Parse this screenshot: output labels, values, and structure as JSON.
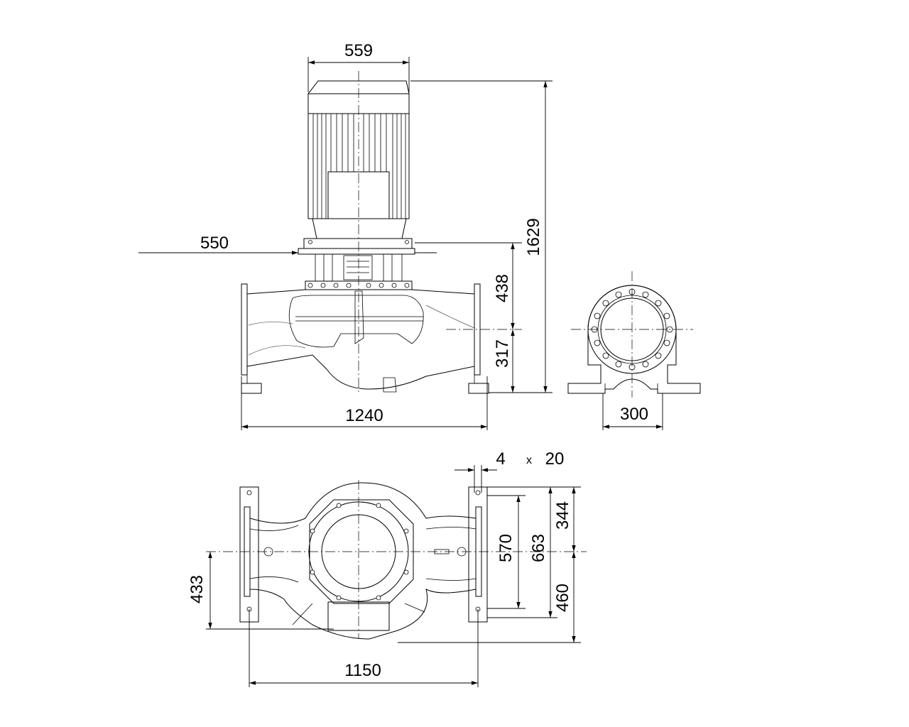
{
  "drawing": {
    "dimensions": {
      "motor_width": "559",
      "overall_height": "1629",
      "shaft_offset": "550",
      "flange_to_motor": "438",
      "center_height": "317",
      "port_to_port": "1240",
      "foot_width": "300",
      "hole_count": "4",
      "hole_times": "x",
      "hole_diameter": "20",
      "foot_rear": "344",
      "foot_spacing_inner": "570",
      "foot_spacing_outer": "663",
      "foot_front": "460",
      "base_offset": "433",
      "foot_length": "1150"
    }
  }
}
